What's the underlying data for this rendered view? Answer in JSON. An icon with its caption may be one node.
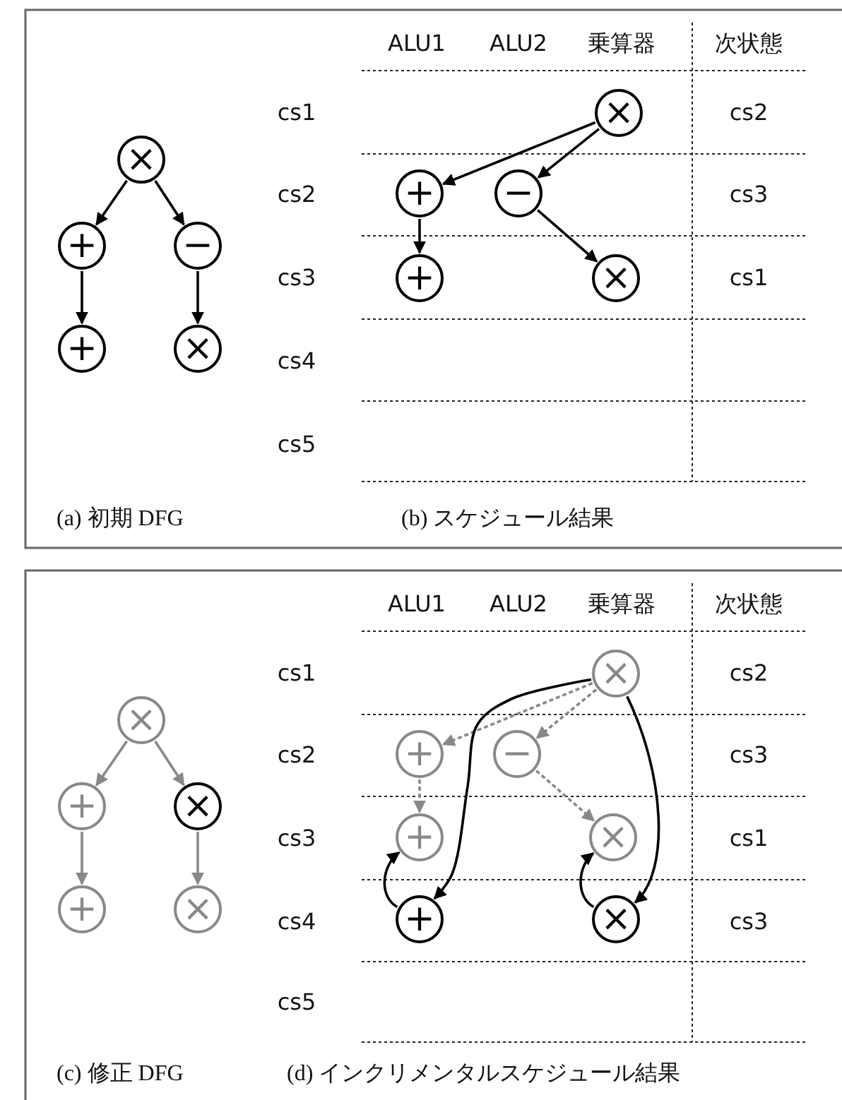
{
  "diagram": {
    "nodes": [
      {
        "text": [
          "×"
        ]
      },
      {
        "text": [
          "+"
        ]
      },
      {
        "text": [
          "−"
        ]
      },
      {
        "text": [
          "+"
        ]
      },
      {
        "text": [
          "×"
        ]
      },
      {
        "text": [
          "×"
        ]
      },
      {
        "text": [
          "+"
        ]
      },
      {
        "text": [
          "−"
        ]
      },
      {
        "text": [
          "+"
        ]
      },
      {
        "text": [
          "×"
        ]
      },
      {
        "text": [
          "×"
        ]
      },
      {
        "text": [
          "+"
        ]
      },
      {
        "text": [
          "×"
        ]
      },
      {
        "text": [
          "+"
        ]
      },
      {
        "text": [
          "×"
        ]
      },
      {
        "text": [
          "×"
        ]
      },
      {
        "text": [
          "+"
        ]
      },
      {
        "text": [
          "−"
        ]
      },
      {
        "text": [
          "+"
        ]
      },
      {
        "text": [
          "×"
        ]
      },
      {
        "text": [
          "+"
        ]
      },
      {
        "text": [
          "×"
        ]
      }
    ],
    "edges": [
      {
        "from": 0,
        "to": 1,
        "arrow": "to"
      },
      {
        "from": 0,
        "to": 2,
        "arrow": "to"
      },
      {
        "from": 1,
        "to": 3,
        "arrow": "to"
      },
      {
        "from": 2,
        "to": 4,
        "arrow": "to"
      },
      {
        "from": 5,
        "to": 6,
        "arrow": "to"
      },
      {
        "from": 5,
        "to": 7,
        "arrow": "to"
      },
      {
        "from": 6,
        "to": 8,
        "arrow": "to"
      },
      {
        "from": 7,
        "to": 9,
        "arrow": "to"
      },
      {
        "from": 10,
        "to": 11,
        "arrow": "to",
        "color": "#888888"
      },
      {
        "from": 10,
        "to": 12,
        "arrow": "to",
        "color": "#888888"
      },
      {
        "from": 11,
        "to": 13,
        "arrow": "to",
        "color": "#888888"
      },
      {
        "from": 12,
        "to": 14,
        "arrow": "to",
        "color": "#888888"
      },
      {
        "from": 15,
        "to": 16,
        "arrow": "to",
        "style": "dashed",
        "color": "#888888"
      },
      {
        "from": 15,
        "to": 17,
        "arrow": "to",
        "style": "dashed",
        "color": "#888888"
      },
      {
        "from": 16,
        "to": 18,
        "arrow": "to",
        "style": "dashed",
        "color": "#888888"
      },
      {
        "from": 17,
        "to": 19,
        "arrow": "to",
        "style": "dashed",
        "color": "#888888"
      },
      {
        "from": 15,
        "to": 20,
        "arrow": "to"
      },
      {
        "from": 15,
        "to": 21,
        "arrow": "to"
      },
      {
        "from": 20,
        "to": 18,
        "arrow": "to"
      },
      {
        "from": 21,
        "to": 19,
        "arrow": "to"
      }
    ],
    "labels": [
      "ALU1",
      "ALU2",
      "乗算器",
      "次状態",
      "cs1",
      "cs2",
      "cs2",
      "cs3",
      "cs3",
      "cs1",
      "cs4",
      "cs5",
      "(a) 初期 DFG",
      "(b) スケジュール結果",
      "ALU1",
      "ALU2",
      "乗算器",
      "次状態",
      "cs1",
      "cs2",
      "cs2",
      "cs3",
      "cs3",
      "cs1",
      "cs4",
      "cs3",
      "cs5",
      "(c) 修正 DFG",
      "(d) インクリメンタルスケジュール結果"
    ]
  }
}
